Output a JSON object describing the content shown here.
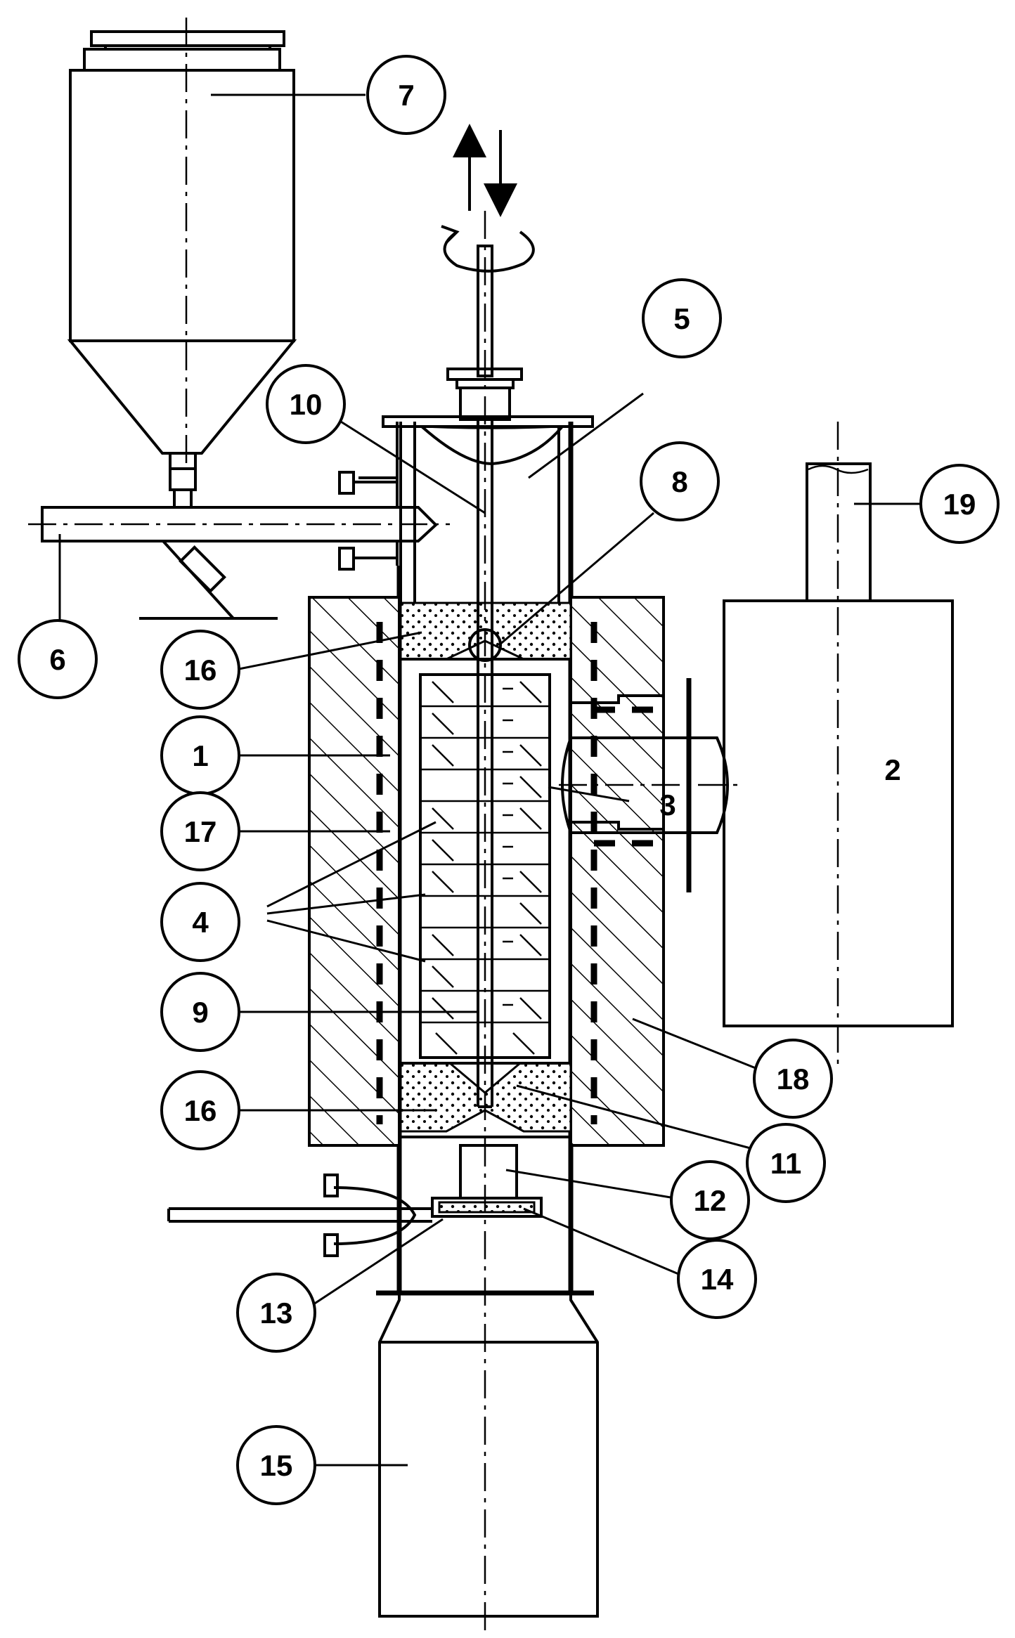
{
  "labels": {
    "l1": "1",
    "l2": "2",
    "l3": "3",
    "l4": "4",
    "l5": "5",
    "l6": "6",
    "l7": "7",
    "l8": "8",
    "l9": "9",
    "l10": "10",
    "l11": "11",
    "l12": "12",
    "l13": "13",
    "l14": "14",
    "l15": "15",
    "l16a": "16",
    "l16b": "16",
    "l17": "17",
    "l18": "18",
    "l19": "19"
  }
}
